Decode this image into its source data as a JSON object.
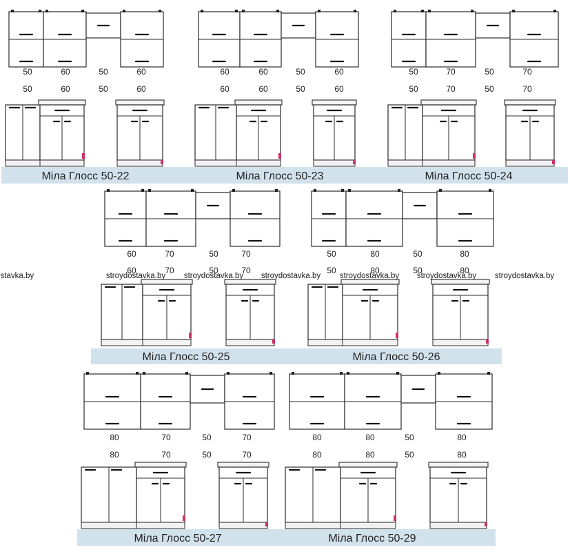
{
  "watermark": "stroydostavka.by",
  "sets": [
    {
      "name": "Міла Глосс 50-22",
      "upper": [
        "50",
        "60",
        "50",
        "60"
      ],
      "lower": [
        "50",
        "60",
        "50",
        "60"
      ]
    },
    {
      "name": "Міла Глосс 50-23",
      "upper": [
        "60",
        "60",
        "50",
        "60"
      ],
      "lower": [
        "60",
        "60",
        "50",
        "60"
      ]
    },
    {
      "name": "Міла Глосс 50-24",
      "upper": [
        "50",
        "70",
        "50",
        "70"
      ],
      "lower": [
        "50",
        "70",
        "50",
        "70"
      ]
    },
    {
      "name": "Міла Глосс 50-25",
      "upper": [
        "60",
        "70",
        "50",
        "70"
      ],
      "lower": [
        "60",
        "70",
        "50",
        "70"
      ]
    },
    {
      "name": "Міла Глосс 50-26",
      "upper": [
        "50",
        "80",
        "50",
        "80"
      ],
      "lower": [
        "50",
        "80",
        "50",
        "80"
      ]
    },
    {
      "name": "Міла Глосс 50-27",
      "upper": [
        "80",
        "70",
        "50",
        "70"
      ],
      "lower": [
        "80",
        "70",
        "50",
        "70"
      ]
    },
    {
      "name": "Міла Глосс 50-29",
      "upper": [
        "80",
        "80",
        "50",
        "80"
      ],
      "lower": [
        "80",
        "80",
        "50",
        "80"
      ]
    }
  ]
}
